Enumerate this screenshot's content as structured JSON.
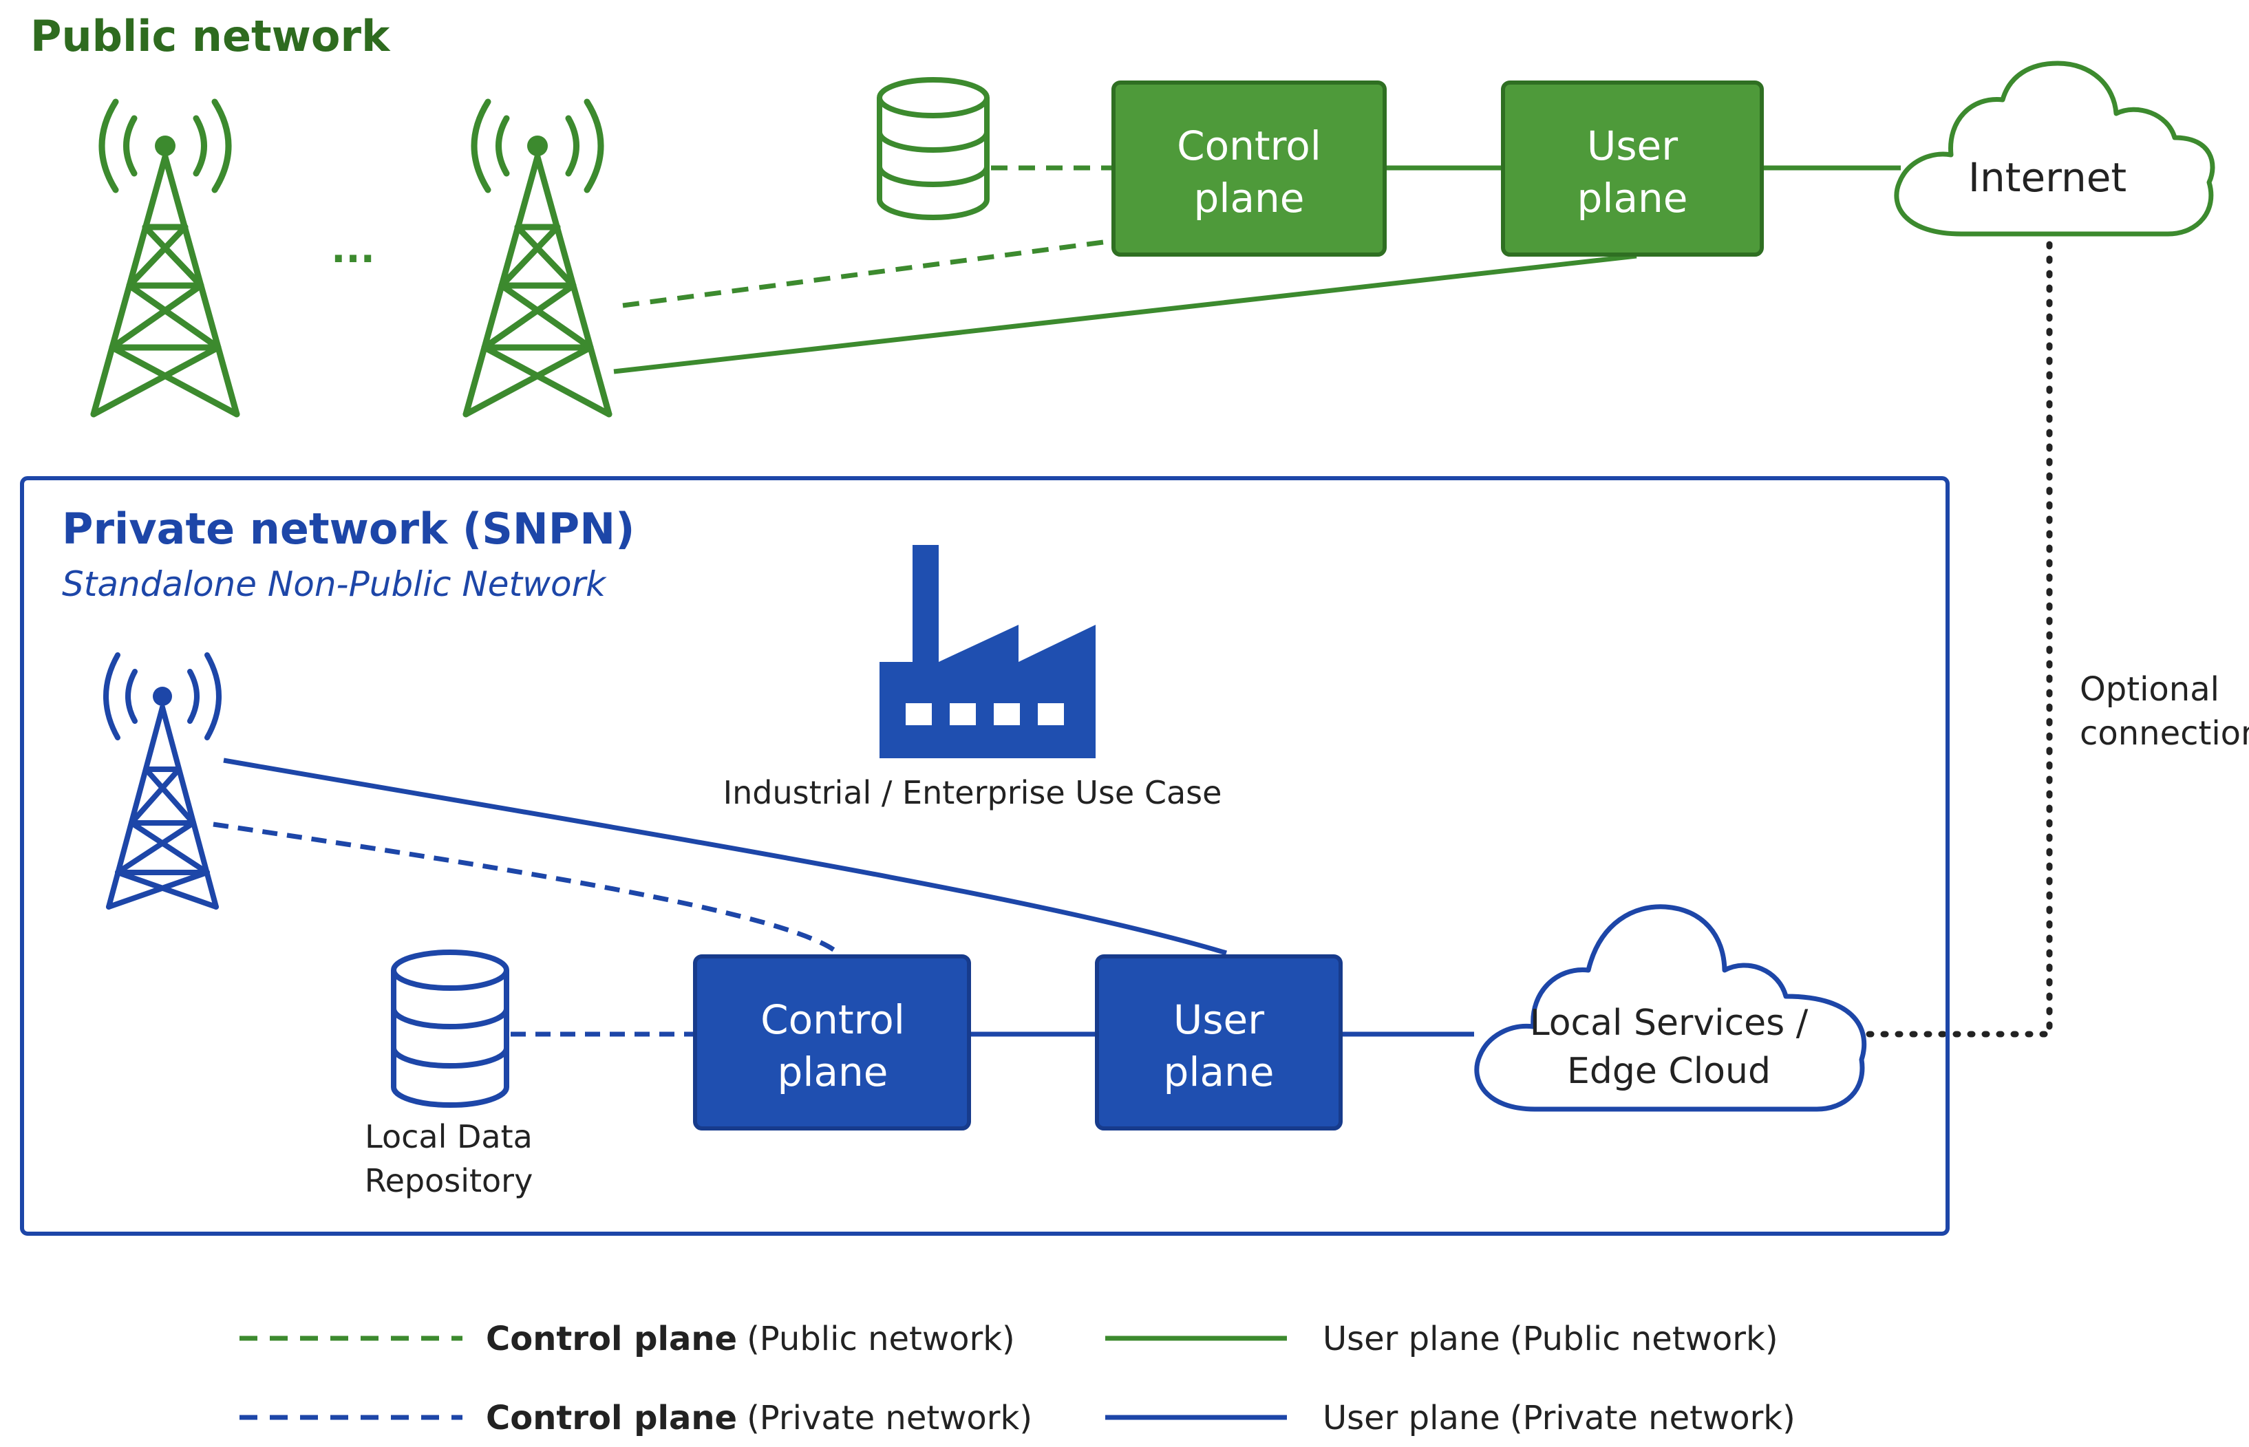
{
  "colors": {
    "green": "#3c8a2e",
    "green_fill": "#4e9a3a",
    "green_dark": "#2f6f22",
    "title_green": "#2e6b1f",
    "blue": "#1d46a8",
    "blue_fill": "#1f4fb0",
    "blue_dark": "#173b8c",
    "text": "#222222"
  },
  "public": {
    "title": "Public network",
    "ellipsis": "···",
    "control_plane": [
      "Control",
      "plane"
    ],
    "user_plane": [
      "User",
      "plane"
    ],
    "internet": "Internet",
    "icons": [
      "cell-tower-icon",
      "cell-tower-icon",
      "database-icon",
      "cloud-icon"
    ]
  },
  "optional": [
    "Optional",
    "connection"
  ],
  "private": {
    "title": "Private network (SNPN)",
    "subtitle": "Standalone Non-Public Network",
    "factory_label": "Industrial / Enterprise Use Case",
    "control_plane": [
      "Control",
      "plane"
    ],
    "user_plane": [
      "User",
      "plane"
    ],
    "local_services": [
      "Local Services /",
      "Edge Cloud"
    ],
    "repository": [
      "Local Data",
      "Repository"
    ],
    "icons": [
      "cell-tower-icon",
      "factory-icon",
      "database-icon",
      "cloud-icon"
    ]
  },
  "legend": {
    "cp_public_bold": "Control plane",
    "cp_public_rest": "(Public network)",
    "up_public_bold": "User plane",
    "up_public_rest": "(Public network)",
    "cp_private_bold": "Control plane",
    "cp_private_rest": "(Private network)",
    "up_private_bold": "User plane",
    "up_private_rest": "(Private network)"
  }
}
